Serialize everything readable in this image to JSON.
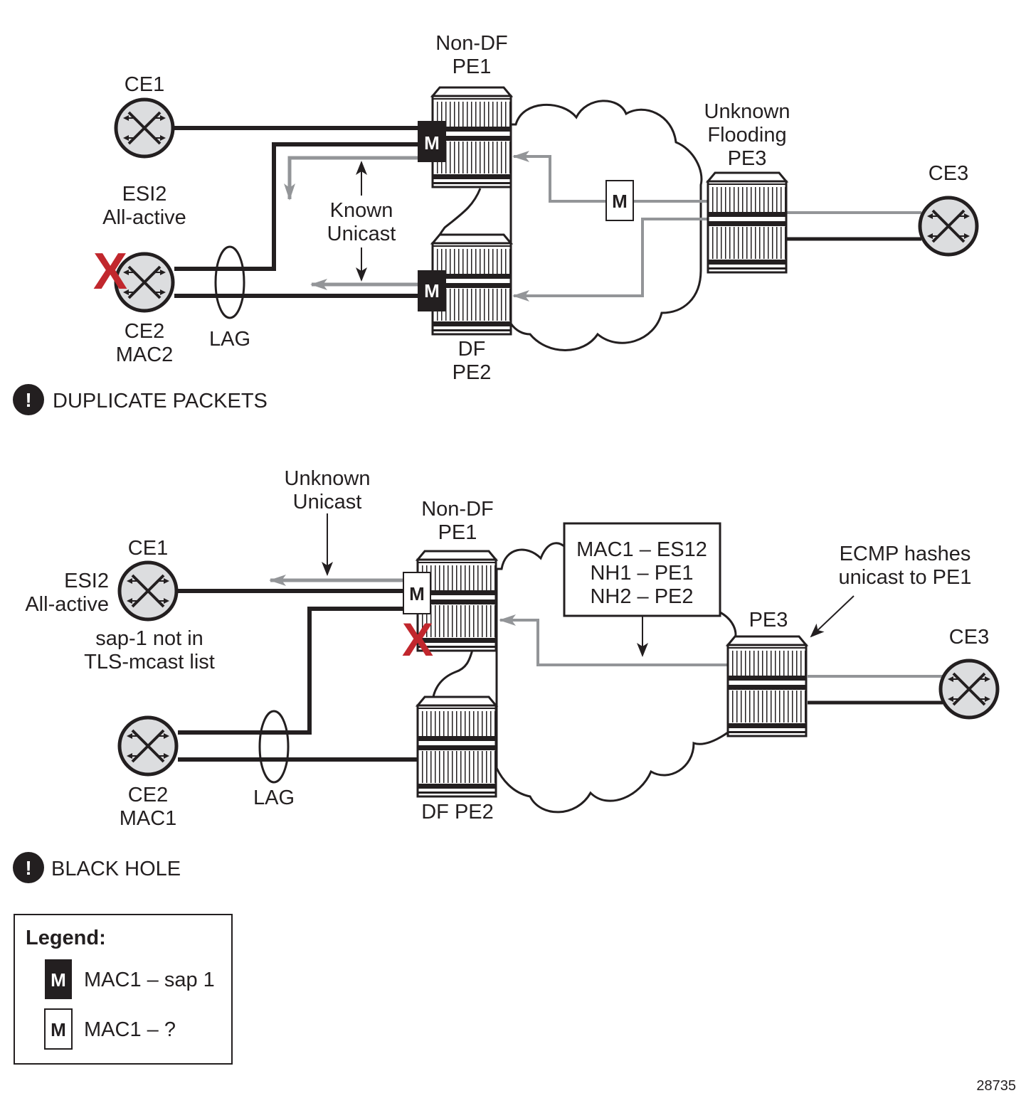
{
  "figure_id": "28735",
  "colors": {
    "line": "#231f20",
    "flow_gray": "#939598",
    "router_fill": "#dcdddf",
    "fail_red": "#c1272d",
    "cloud_shadow": "#c8c9cb"
  },
  "top_scenario": {
    "ce1": "CE1",
    "esi": [
      "ESI2",
      "All-active"
    ],
    "ce2": [
      "CE2",
      "MAC2"
    ],
    "lag": "LAG",
    "pe1": [
      "Non-DF",
      "PE1"
    ],
    "pe2": [
      "DF",
      "PE2"
    ],
    "pe3": [
      "Unknown",
      "Flooding",
      "PE3"
    ],
    "ce3": "CE3",
    "known_unicast": [
      "Known",
      "Unicast"
    ],
    "mac_marker": "M",
    "warning": "DUPLICATE PACKETS"
  },
  "bottom_scenario": {
    "unknown_unicast": [
      "Unknown",
      "Unicast"
    ],
    "ce1": "CE1",
    "esi": [
      "ESI2",
      "All-active"
    ],
    "sap_note": [
      "sap-1 not in",
      "TLS-mcast list"
    ],
    "ce2": [
      "CE2",
      "MAC1"
    ],
    "lag": "LAG",
    "pe1": [
      "Non-DF",
      "PE1"
    ],
    "pe2": "DF PE2",
    "pe3": "PE3",
    "ce3": "CE3",
    "mac_table": [
      "MAC1 – ES12",
      "NH1 – PE1",
      "NH2 – PE2"
    ],
    "ecmp_note": [
      "ECMP hashes",
      "unicast to PE1"
    ],
    "mac_marker": "M",
    "warning": "BLACK HOLE"
  },
  "legend": {
    "title": "Legend:",
    "items": [
      {
        "marker": "M",
        "style": "filled",
        "label": "MAC1 – sap 1"
      },
      {
        "marker": "M",
        "style": "outline",
        "label": "MAC1 – ?"
      }
    ]
  },
  "icons": {
    "warning": "!",
    "fail": "X"
  }
}
